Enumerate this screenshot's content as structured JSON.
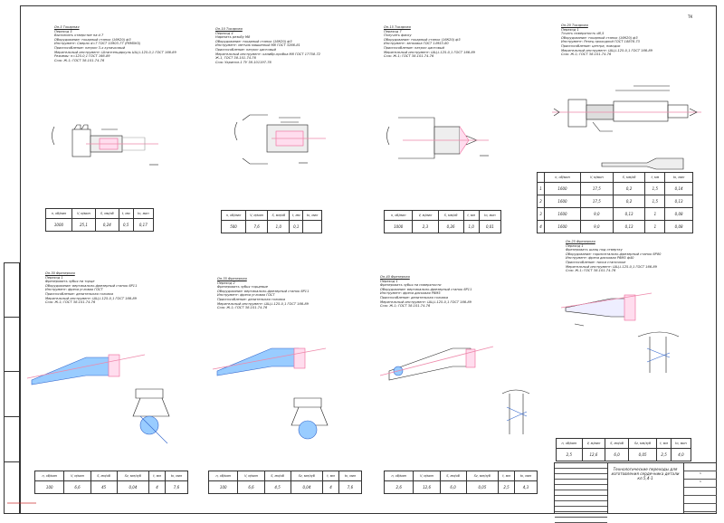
{
  "sheet": {
    "number": "ТК"
  },
  "operations": [
    {
      "id": "op005",
      "lines": [
        "Оп.5 Токарная",
        "Переход 5",
        "Выполнить отверстие на d 7",
        "Оборудование: токарный станок (16К20) ф3",
        "Инструмент: Сверло d=7 ГОСТ 10903-77 (Р6М5К5)",
        "Приспособление: патрон 3-х кулачковый",
        "Мерительный инструмент: Штангенциркуль ШЦ-I-125-0,1 ГОСТ 166-89",
        "Режимы: n=125-0,1 ГОСТ 166-89",
        "Сож: Ж-1; ГОСТ 38-101-74-76"
      ],
      "table": {
        "headers": [
          "n, об/мин",
          "V, м/мин",
          "S, мм/об",
          "t, мм",
          "to, мин"
        ],
        "values": [
          "1000",
          "25,1",
          "0,24",
          "0,5",
          "0,17"
        ]
      }
    },
    {
      "id": "op010",
      "lines": [
        "Оп.10 Токарная",
        "Переход 4",
        "Нарезать резьбу М8",
        "Оборудование: токарный станок (16К20) ф3",
        "Инструмент: метчик машинный М8 ГОСТ 3266-81",
        "Приспособление: патрон цанговый",
        "Мерительный инструмент: калибр-пробка М8 ГОСТ 17758-72",
        "Ж-1, ГОСТ 38-101-74-76",
        "Сож: Укринол-1 ТУ 38-101197-76"
      ],
      "table": {
        "headers": [
          "n, об/мин",
          "V, м/мин",
          "S, мм/об",
          "t, мм",
          "to, мин"
        ],
        "values": [
          "500",
          "7,6",
          "1,0",
          "0,1",
          ""
        ]
      }
    },
    {
      "id": "op015",
      "lines": [
        "Оп.15 Токарная",
        "Переход 7",
        "Получить фаску",
        "Оборудование: токарный станок (16К20) ф3",
        "Инструмент: зенковка ГОСТ 14953-80",
        "Приспособление: патрон цанговый",
        "Мерительный инструмент: ШЦ-I-125-0,1 ГОСТ 166-89",
        "Сож: Ж-1; ГОСТ 38-101-74-76"
      ],
      "table": {
        "headers": [
          "n, об/мин",
          "V, м/мин",
          "S, мм/об",
          "t, мм",
          "to, мин"
        ],
        "values": [
          "1000",
          "2,3",
          "0,26",
          "1,0",
          "0,01"
        ]
      }
    },
    {
      "id": "op020",
      "lines": [
        "Оп.20 Токарная",
        "Переход 1",
        "Точить поверхность d8,5",
        "Оборудование: токарный станок (16К20) ф3",
        "Инструмент: Резец проходной ГОСТ 18878-73",
        "Приспособление: центра, поводок",
        "Мерительный инструмент: ШЦ-I-125-0,1 ГОСТ 166-89",
        "Сож: Ж-1; ГОСТ 38-101-74-76"
      ],
      "table": {
        "headers": [
          "",
          "n, об/мин",
          "V, м/мин",
          "S, мм/об",
          "t, мм",
          "to, мин"
        ],
        "rows": [
          [
            "1",
            "1600",
            "17,5",
            "0,2",
            "1,5",
            "0,14"
          ],
          [
            "2",
            "1600",
            "17,5",
            "0,2",
            "1,5",
            "0,13"
          ],
          [
            "3",
            "1600",
            "9,0",
            "0,13",
            "1",
            "0,08"
          ],
          [
            "4",
            "1600",
            "9,0",
            "0,13",
            "1",
            "0,08"
          ]
        ]
      }
    },
    {
      "id": "op025",
      "lines": [
        "Оп.25 Фрезерная",
        "Переход 1",
        "Фрезеровать шлиц под отвертку",
        "Оборудование: горизонтально-фрезерный станок 6Р80",
        "Инструмент: фреза дисковая Р6М5 ф40",
        "Приспособление: тиски станочные",
        "Мерительный инструмент: ШЦ-I-125-0,1 ГОСТ 166-89",
        "Сож: Ж-1; ГОСТ 38-101-74-76"
      ],
      "table": {
        "headers": [
          "n, об/мин",
          "V, м/мин",
          "S, мм/об",
          "Sz, мм/зуб",
          "t, мм",
          "to, мин"
        ],
        "values": [
          "2,5",
          "12,6",
          "6,0",
          "0,05",
          "2,5",
          "4,0"
        ]
      }
    },
    {
      "id": "op030",
      "lines": [
        "Оп.30 Фрезерная",
        "Переход 1",
        "Фрезеровать зубья на торце",
        "Оборудование: вертикально-фрезерный станок 6Р11",
        "Инструмент: фреза угловая ГОСТ",
        "Приспособление: делительная головка",
        "Мерительный инструмент: ШЦ-I-125-0,1 ГОСТ 166-89",
        "Сож: Ж-1; ГОСТ 38-101-74-76"
      ],
      "table": {
        "headers": [
          "n, об/мин",
          "V, м/мин",
          "S, мм/об",
          "Sz, мм/зуб",
          "t, мм",
          "to, мин"
        ],
        "values": [
          "100",
          "6,6",
          "45",
          "0,04",
          "4",
          "7,6"
        ]
      }
    },
    {
      "id": "op035",
      "lines": [
        "Оп.35 Фрезерная",
        "Переход 2",
        "Фрезеровать зубья торцевые",
        "Оборудование: вертикально-фрезерный станок 6Р11",
        "Инструмент: фреза угловая ГОСТ",
        "Приспособление: делительная головка",
        "Мерительный инструмент: ШЦ-I-125-0,1 ГОСТ 166-89",
        "Сож: Ж-1; ГОСТ 38-101-74-76"
      ],
      "table": {
        "headers": [
          "n, об/мин",
          "V, м/мин",
          "S, мм/об",
          "Sz, мм/зуб",
          "t, мм",
          "to, мин"
        ],
        "values": [
          "100",
          "6,6",
          "4,5",
          "0,04",
          "4",
          "7,6"
        ]
      }
    },
    {
      "id": "op040",
      "lines": [
        "Оп.40 Фрезерная",
        "Переход 1",
        "Фрезеровать зубья на поверхности",
        "Оборудование: вертикально-фрезерный станок 6Р11",
        "Инструмент: фреза дисковая Р6М5",
        "Приспособление: делительная головка",
        "Мерительный инструмент: ШЦ-I-125-0,1 ГОСТ 166-89",
        "Сож: Ж-1; ГОСТ 38-101-74-76"
      ],
      "table": {
        "headers": [
          "n, об/мин",
          "V, м/мин",
          "S, мм/об",
          "Sz, мм/зуб",
          "t, мм",
          "to, мин"
        ],
        "values": [
          "2,6",
          "12,6",
          "6,0",
          "0,05",
          "2,5",
          "4,3"
        ]
      }
    }
  ],
  "title_block": {
    "title": "Технологические переходы для изготовления сердечника детали кл.5,4-1",
    "code": "",
    "sheet": "1",
    "sheets": "1"
  }
}
